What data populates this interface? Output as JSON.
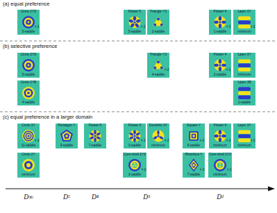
{
  "diagram": {
    "nodes": [
      {
        "text": [
          "Circle 2YS",
          "5-saddle",
          "× 2"
        ]
      },
      {
        "text": [
          "Flower 5",
          "5-saddle",
          "× 2"
        ]
      },
      {
        "text": [
          "Triangle Y3",
          "2-saddle"
        ]
      },
      {
        "text": [
          "Flower 4",
          "1-saddle",
          "× 2"
        ]
      },
      {
        "text": [
          "Layer 3Y",
          "minimum",
          "× 2"
        ]
      },
      {
        "text": [
          "Circle 2YS",
          "5-saddle"
        ]
      },
      {
        "text": [
          "Triangle Y3",
          "4-saddle",
          "× 2"
        ]
      },
      {
        "text": [
          "Flower 4",
          "2-saddle",
          "× 2"
        ]
      },
      {
        "text": [
          "Layer 3Y",
          "minimum"
        ]
      },
      {
        "text": [
          "Circle 2YB",
          "4-saddle"
        ]
      },
      {
        "text": [
          "Layer 3B",
          "1-saddle"
        ]
      },
      {
        "text": [
          "Circle 3Y",
          "11-saddle",
          "× 2"
        ]
      },
      {
        "text": [
          "Pentagon Y",
          "9-saddle"
        ]
      },
      {
        "text": [
          "Flower 6",
          "7-saddle"
        ]
      },
      {
        "text": [
          "Flower 6",
          "3-saddle",
          "× 2"
        ]
      },
      {
        "text": [
          "Dendritic 3Y",
          "minimum",
          "× 2"
        ]
      },
      {
        "text": [
          "Square Y",
          "6-saddle",
          "× 2"
        ]
      },
      {
        "text": [
          "Flower 4",
          "minimum",
          "× 2"
        ]
      },
      {
        "text": [
          "Layer 3Y",
          "minimum",
          "× 2"
        ]
      },
      {
        "text": [
          "Circle 2Y",
          "minimum"
        ]
      },
      {
        "text": [
          "Core-shell 2Y3",
          "3-saddle",
          "× 2"
        ]
      },
      {
        "text": [
          "Rhombus Y",
          "7-saddle",
          "× 2"
        ]
      },
      {
        "text": [
          "Core-shell 2Y2",
          "minimum",
          "× 2"
        ]
      }
    ],
    "edges": [],
    "labels": [
      "(a) equal preference",
      "(b) selective preference",
      "(c) equal preference in a larger domain",
      "D∞",
      "D⁵",
      "D⁴",
      "D³",
      "D²"
    ]
  }
}
